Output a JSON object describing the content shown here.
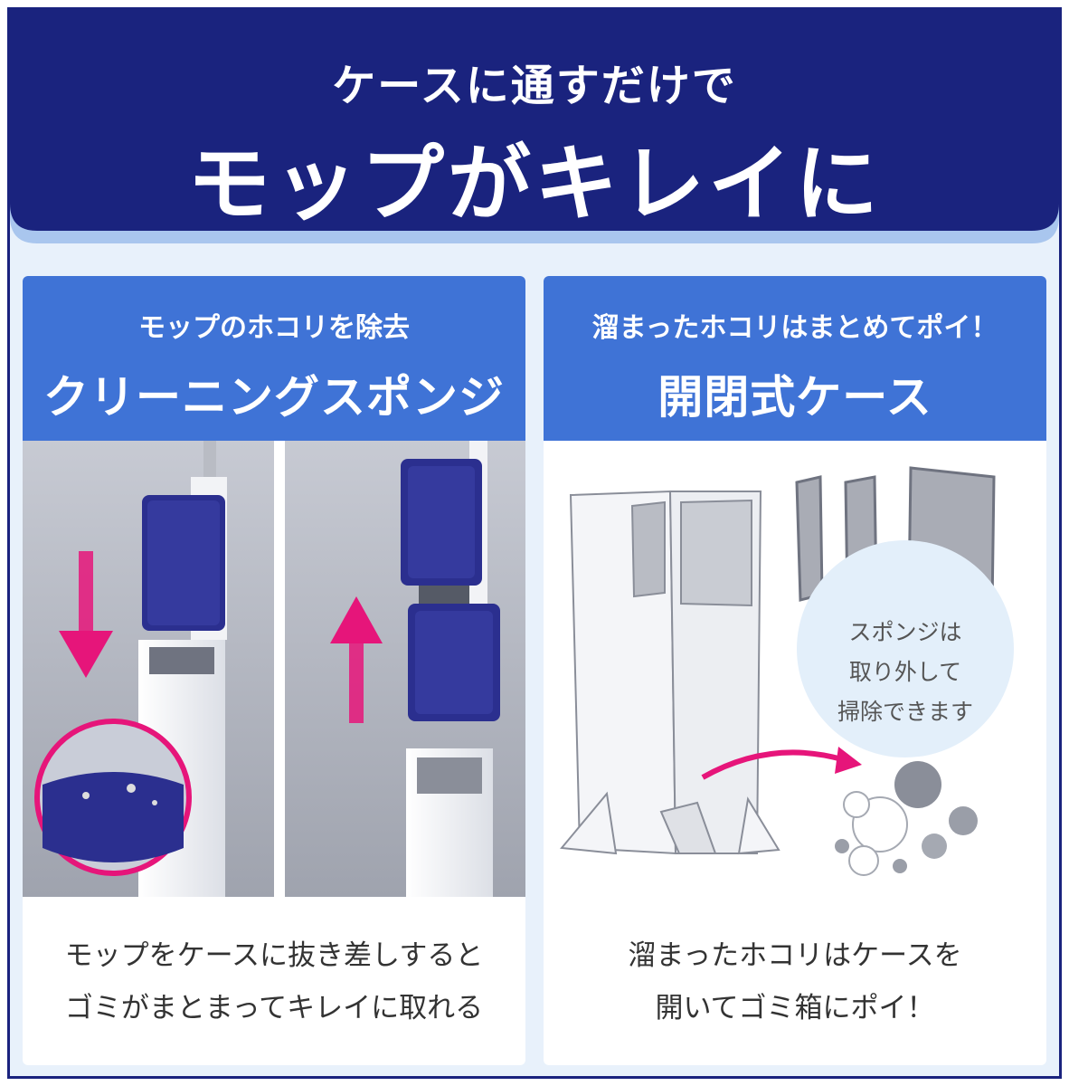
{
  "header": {
    "line1": "ケースに通すだけで",
    "line2": "モップがキレイに"
  },
  "left_panel": {
    "subtitle": "モップのホコリを除去",
    "title": "クリーニングスポンジ",
    "caption_line1": "モップをケースに抜き差しすると",
    "caption_line2": "ゴミがまとまってキレイに取れる"
  },
  "right_panel": {
    "subtitle": "溜まったホコリはまとめてポイ！",
    "title": "開閉式ケース",
    "bubble_line1": "スポンジは",
    "bubble_line2": "取り外して",
    "bubble_line3": "掃除できます",
    "caption_line1": "溜まったホコリはケースを",
    "caption_line2": "開いてゴミ箱にポイ！"
  },
  "colors": {
    "navy": "#1a237e",
    "panel_blue": "#3f73d6",
    "arrow_pink": "#e6157a",
    "mop_blue": "#2b2f8f",
    "background": "#e8f1fb"
  },
  "icons": {
    "down_arrow": "arrow-down-icon",
    "up_arrow": "arrow-up-icon",
    "curved_arrow": "curved-arrow-icon"
  }
}
